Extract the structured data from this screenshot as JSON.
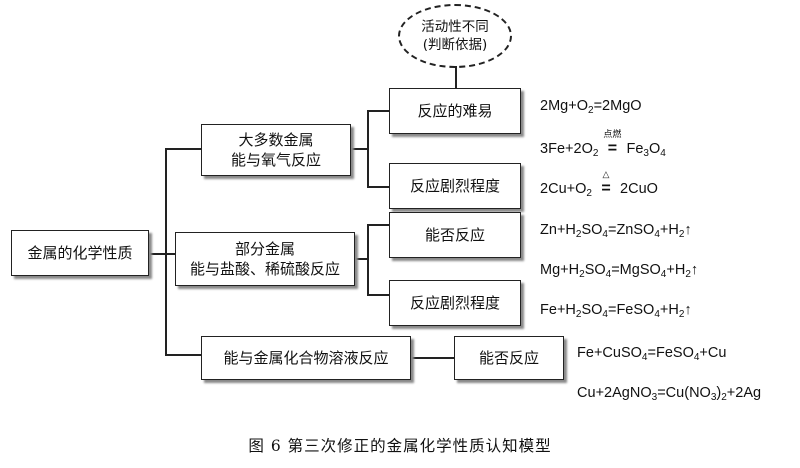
{
  "note": {
    "line1": "活动性不同",
    "line2": "(判断依据)"
  },
  "root": {
    "label": "金属的化学性质"
  },
  "branch1": {
    "line1": "大多数金属",
    "line2": "能与氧气反应",
    "children": [
      "反应的难易",
      "反应剧烈程度"
    ]
  },
  "branch2": {
    "line1": "部分金属",
    "line2": "能与盐酸、稀硫酸反应",
    "children": [
      "能否反应",
      "反应剧烈程度"
    ]
  },
  "branch3": {
    "label": "能与金属化合物溶液反应",
    "child": "能否反应"
  },
  "equations": {
    "eq1": "2Mg+O2=2MgO",
    "eq2": {
      "lhs": "3Fe+2O2 ",
      "cond": "点燃",
      "sym": "=",
      "rhs": " Fe3O4"
    },
    "eq3": {
      "lhs": "2Cu+O2 ",
      "cond": "△",
      "sym": "=",
      "rhs": " 2CuO"
    },
    "eq4": "Zn+H2SO4=ZnSO4+H2↑",
    "eq5": "Mg+H2SO4=MgSO4+H2↑",
    "eq6": "Fe+H2SO4=FeSO4+H2↑",
    "eq7": "Fe+CuSO4=FeSO4+Cu",
    "eq8": "Cu+2AgNO3=Cu(NO3)2+2Ag"
  },
  "caption": "图 6  第三次修正的金属化学性质认知模型"
}
